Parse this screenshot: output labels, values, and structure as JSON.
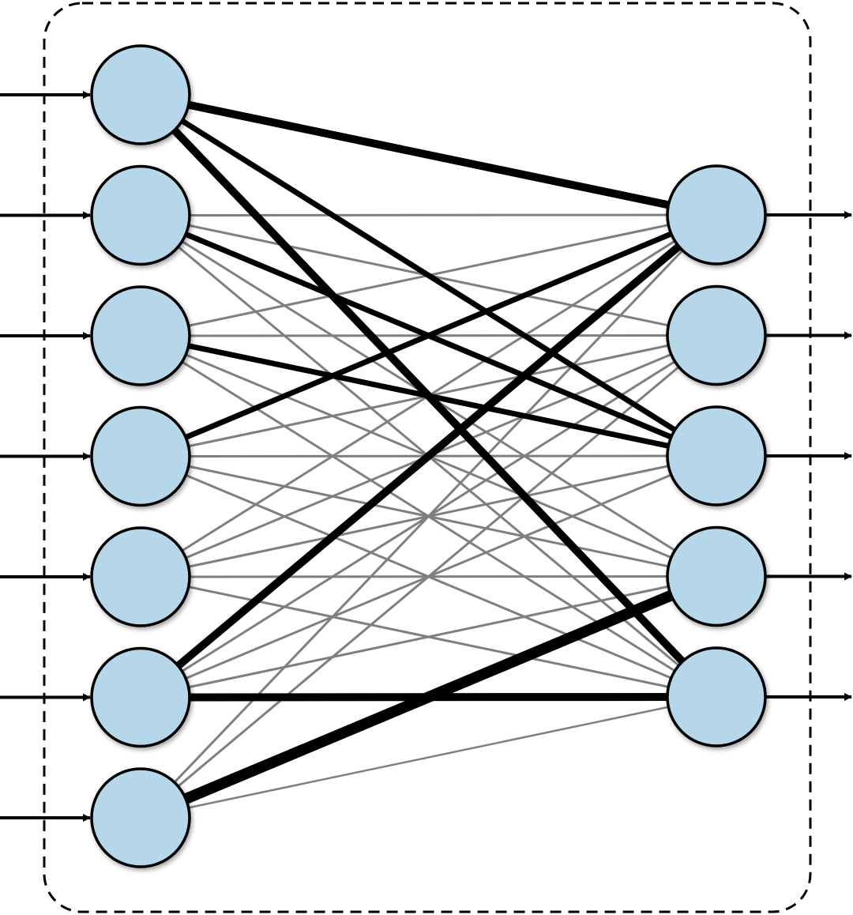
{
  "diagram": {
    "type": "fully-connected-layer",
    "input_count": 7,
    "output_count": 5,
    "colors": {
      "node_fill": "#b6d7ea",
      "node_stroke": "#000000",
      "weak_edge": "#7f7f7f",
      "strong_edge": "#000000",
      "frame": "#000000",
      "background": "#ffffff"
    },
    "strong_edges": [
      {
        "from": 1,
        "to": 1,
        "weight": 4
      },
      {
        "from": 1,
        "to": 3,
        "weight": 3
      },
      {
        "from": 1,
        "to": 5,
        "weight": 4
      },
      {
        "from": 2,
        "to": 3,
        "weight": 3
      },
      {
        "from": 3,
        "to": 3,
        "weight": 3
      },
      {
        "from": 4,
        "to": 1,
        "weight": 3
      },
      {
        "from": 6,
        "to": 1,
        "weight": 4
      },
      {
        "from": 6,
        "to": 5,
        "weight": 4
      },
      {
        "from": 7,
        "to": 4,
        "weight": 5
      }
    ],
    "missing_edges": [
      {
        "from": 1,
        "to": 2
      },
      {
        "from": 1,
        "to": 4
      },
      {
        "from": 7,
        "to": 3
      }
    ],
    "thin_edges": [
      {
        "from": 7,
        "to": 5
      }
    ],
    "frame_style": "dashed-rounded",
    "has_input_arrows": true,
    "has_output_arrows": true
  }
}
